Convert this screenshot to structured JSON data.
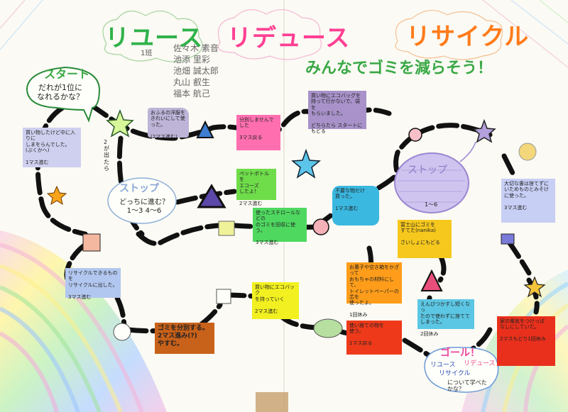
{
  "titles": {
    "reuse": "リユース",
    "reduce": "リデュース",
    "recycle": "リサイクル",
    "slogan": "みんなでゴミを減らそう！"
  },
  "members": {
    "class": "1班",
    "names": [
      "佐々木 素音",
      "池添 里彩",
      "池畑 誠太郎",
      "丸山 叡生",
      "福本 航己"
    ]
  },
  "start": {
    "label": "スタート",
    "question": "だれが1位に\nなれるかな？"
  },
  "stop_left": {
    "label": "ストップ",
    "rule": "どっちに進む？\n1〜3  4〜6"
  },
  "stop_right": {
    "label": "ストップ",
    "number": "1〜6"
  },
  "goal": {
    "label": "ゴール！",
    "words": [
      "リユース",
      "リデュース",
      "リサイクル"
    ],
    "question": "について学べた\nかな？"
  },
  "side_text": "2が出たら",
  "squares": [
    {
      "id": "left-blue",
      "text": "買い物したけど中に入りに\nしまをらんでした。\n(ぶくかへ)\n\n1マス進む",
      "color": "#cfd0ef"
    },
    {
      "id": "top-purple",
      "text": "おふるの洋服を\nきれいにして使った。\n\n(2マス進む)",
      "color": "#bdb4d8"
    },
    {
      "id": "top-pink",
      "text": "分別しませんでした\n\n3マス戻る",
      "color": "#ff6fb0"
    },
    {
      "id": "top-right-purple",
      "text": "買い物にエコバッグを\n持って行かないで、袋を\nもらいました。\n\nどちらたら スタートにもどる",
      "color": "#a892c9"
    },
    {
      "id": "center-green",
      "text": "ペットボトルを\nエコーズ\nしたよ！\n\n2マス進む",
      "color": "#6fdc4a"
    },
    {
      "id": "center-lime",
      "text": "使ったスチロールなどの\nのゴミを回収に使う。\n\n3マス進む",
      "color": "#4fd860"
    },
    {
      "id": "center-cyan",
      "text": "不要な物だけ\n買った。\n\n1マス進む",
      "color": "#3ab8e0"
    },
    {
      "id": "right-yellow",
      "text": "富士山にゴミを\nすてた(nanika)\n\nさいしょにもどる",
      "color": "#f6c81e"
    },
    {
      "id": "far-right-blue",
      "text": "大切な書は捨てずに\nいためものとみそけ\nに使った。\n\n3マス進む",
      "color": "#c7cff5"
    },
    {
      "id": "left-bottom-blue",
      "text": "リサイクルできるものを\nリサイクルに出した。\n\n3マス進む",
      "color": "#b2c7ef"
    },
    {
      "id": "center-orange",
      "text": "お菓子や空き箱をかざって\nおもちゃの材料にして、\nトイレットペーパーの芯を\n使ったよ。\n\n1回休み",
      "color": "#ff9d1a"
    },
    {
      "id": "right-cyan",
      "text": "えんぴつかすし短くなっ\nたので使わずに捨てて\nしまった。\n\n2回休み",
      "color": "#5cc7e4"
    },
    {
      "id": "bottom-brown",
      "text": "ゴミを分別する。\n2マス進み(?)\nやすむ。",
      "color": "#c8611a"
    },
    {
      "id": "center-yellow",
      "text": "買い物にエコバック\nを持っていく\n\n2マス進む",
      "color": "#f2f020"
    },
    {
      "id": "bottom-red",
      "text": "使い捨ての物を\n使う。\n\n1マス戻る",
      "color": "#ee3a1a"
    },
    {
      "id": "far-right-red",
      "text": "家の電気をつけっぱ\nなしにしていた。\n\n2マスもどり1回休み",
      "color": "#e9301c"
    }
  ],
  "colors": {
    "reuse": "#2fb24a",
    "reduce": "#ff3f93",
    "recycle": "#ff7b1a",
    "slogan": "#39a845",
    "path": "#111111"
  }
}
